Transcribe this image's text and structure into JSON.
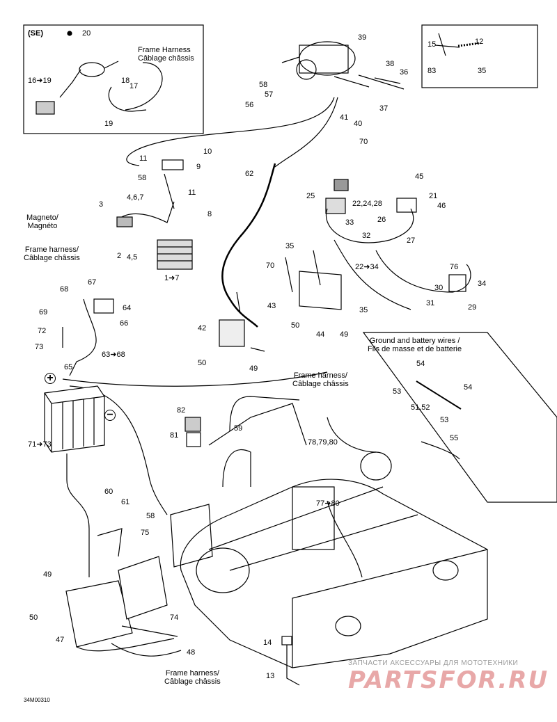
{
  "inset_se": {
    "tag": "(SE)",
    "frame_harness": [
      "Frame Harness",
      "Câblage châssis"
    ]
  },
  "captions": {
    "magneto": [
      "Magneto/",
      "Magnéto"
    ],
    "frame_harness_left": [
      "Frame harness/",
      "Câblage châssis"
    ],
    "frame_harness_right": [
      "Frame harness/",
      "Câblage châssis"
    ],
    "frame_harness_bottom": [
      "Frame harness/",
      "Câblage châssis"
    ]
  },
  "ground_wires_box": {
    "title": [
      "Ground and battery wires /",
      "Fils de masse et de batterie"
    ],
    "labels": [
      "54",
      "53",
      "54",
      "51,52",
      "53",
      "55"
    ]
  },
  "symbols": {
    "positive": "+",
    "negative": "−"
  },
  "callouts": [
    "20",
    "16➜19",
    "18",
    "17",
    "19",
    "39",
    "38",
    "36",
    "58",
    "57",
    "56",
    "37",
    "41",
    "40",
    "70",
    "12",
    "15",
    "83",
    "35",
    "10",
    "11",
    "9",
    "58",
    "62",
    "45",
    "25",
    "21",
    "46",
    "22,24,28",
    "33",
    "11",
    "3",
    "4,6,7",
    "8",
    "26",
    "27",
    "32",
    "2",
    "4,5",
    "22➜34",
    "35",
    "70",
    "1➜7",
    "76",
    "34",
    "30",
    "29",
    "31",
    "68",
    "67",
    "43",
    "64",
    "69",
    "66",
    "35",
    "72",
    "50",
    "44",
    "49",
    "42",
    "73",
    "63➜68",
    "50",
    "49",
    "65",
    "82",
    "59",
    "78,79,80",
    "71➜73",
    "81",
    "60",
    "61",
    "58",
    "77➜80",
    "75",
    "49",
    "74",
    "50",
    "47",
    "48",
    "14",
    "13"
  ],
  "watermark": {
    "line1": "ЗАПЧАСТИ АКСЕССУАРЫ ДЛЯ МОТОТЕХНИКИ",
    "line2": "PARTSFOR.RU"
  },
  "figure_ref": "34M00310",
  "icons": [
    "battery-icon",
    "starter-icon",
    "regulator-icon",
    "relay-icon",
    "engine-icon",
    "connector-icon"
  ]
}
